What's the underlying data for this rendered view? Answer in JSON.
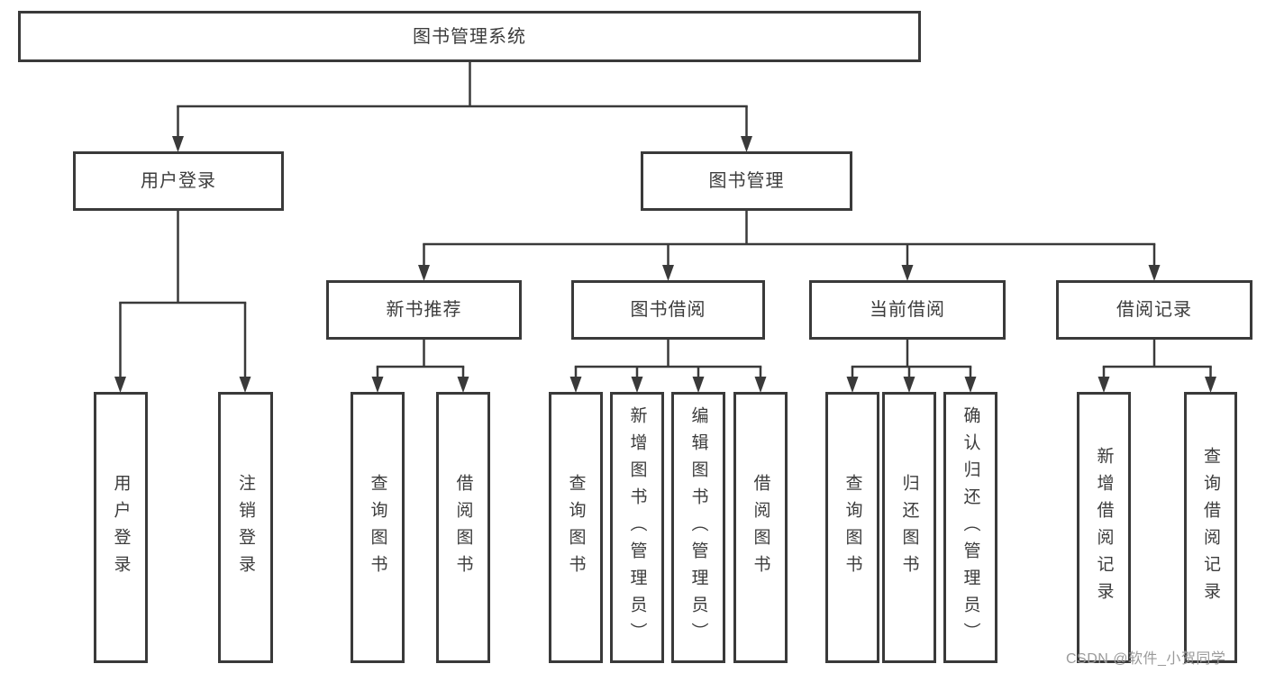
{
  "tree": {
    "root": {
      "label": "图书管理系统"
    },
    "branches": [
      {
        "label": "用户登录",
        "children": [
          {
            "label": "用户登录"
          },
          {
            "label": "注销登录"
          }
        ]
      },
      {
        "label": "图书管理",
        "children": [
          {
            "label": "新书推荐",
            "children": [
              {
                "label": "查询图书"
              },
              {
                "label": "借阅图书"
              }
            ]
          },
          {
            "label": "图书借阅",
            "children": [
              {
                "label": "查询图书"
              },
              {
                "label": "新增图书（管理员）"
              },
              {
                "label": "编辑图书（管理员）"
              },
              {
                "label": "借阅图书"
              }
            ]
          },
          {
            "label": "当前借阅",
            "children": [
              {
                "label": "查询图书"
              },
              {
                "label": "归还图书"
              },
              {
                "label": "确认归还（管理员）"
              }
            ]
          },
          {
            "label": "借阅记录",
            "children": [
              {
                "label": "新增借阅记录"
              },
              {
                "label": "查询借阅记录"
              }
            ]
          }
        ]
      }
    ]
  },
  "watermark": "CSDN @软件_小贺同学",
  "colors": {
    "line": "#3a3a3a",
    "text": "#3c3c3c",
    "watermark": "#9a9a9a",
    "background": "#ffffff"
  }
}
